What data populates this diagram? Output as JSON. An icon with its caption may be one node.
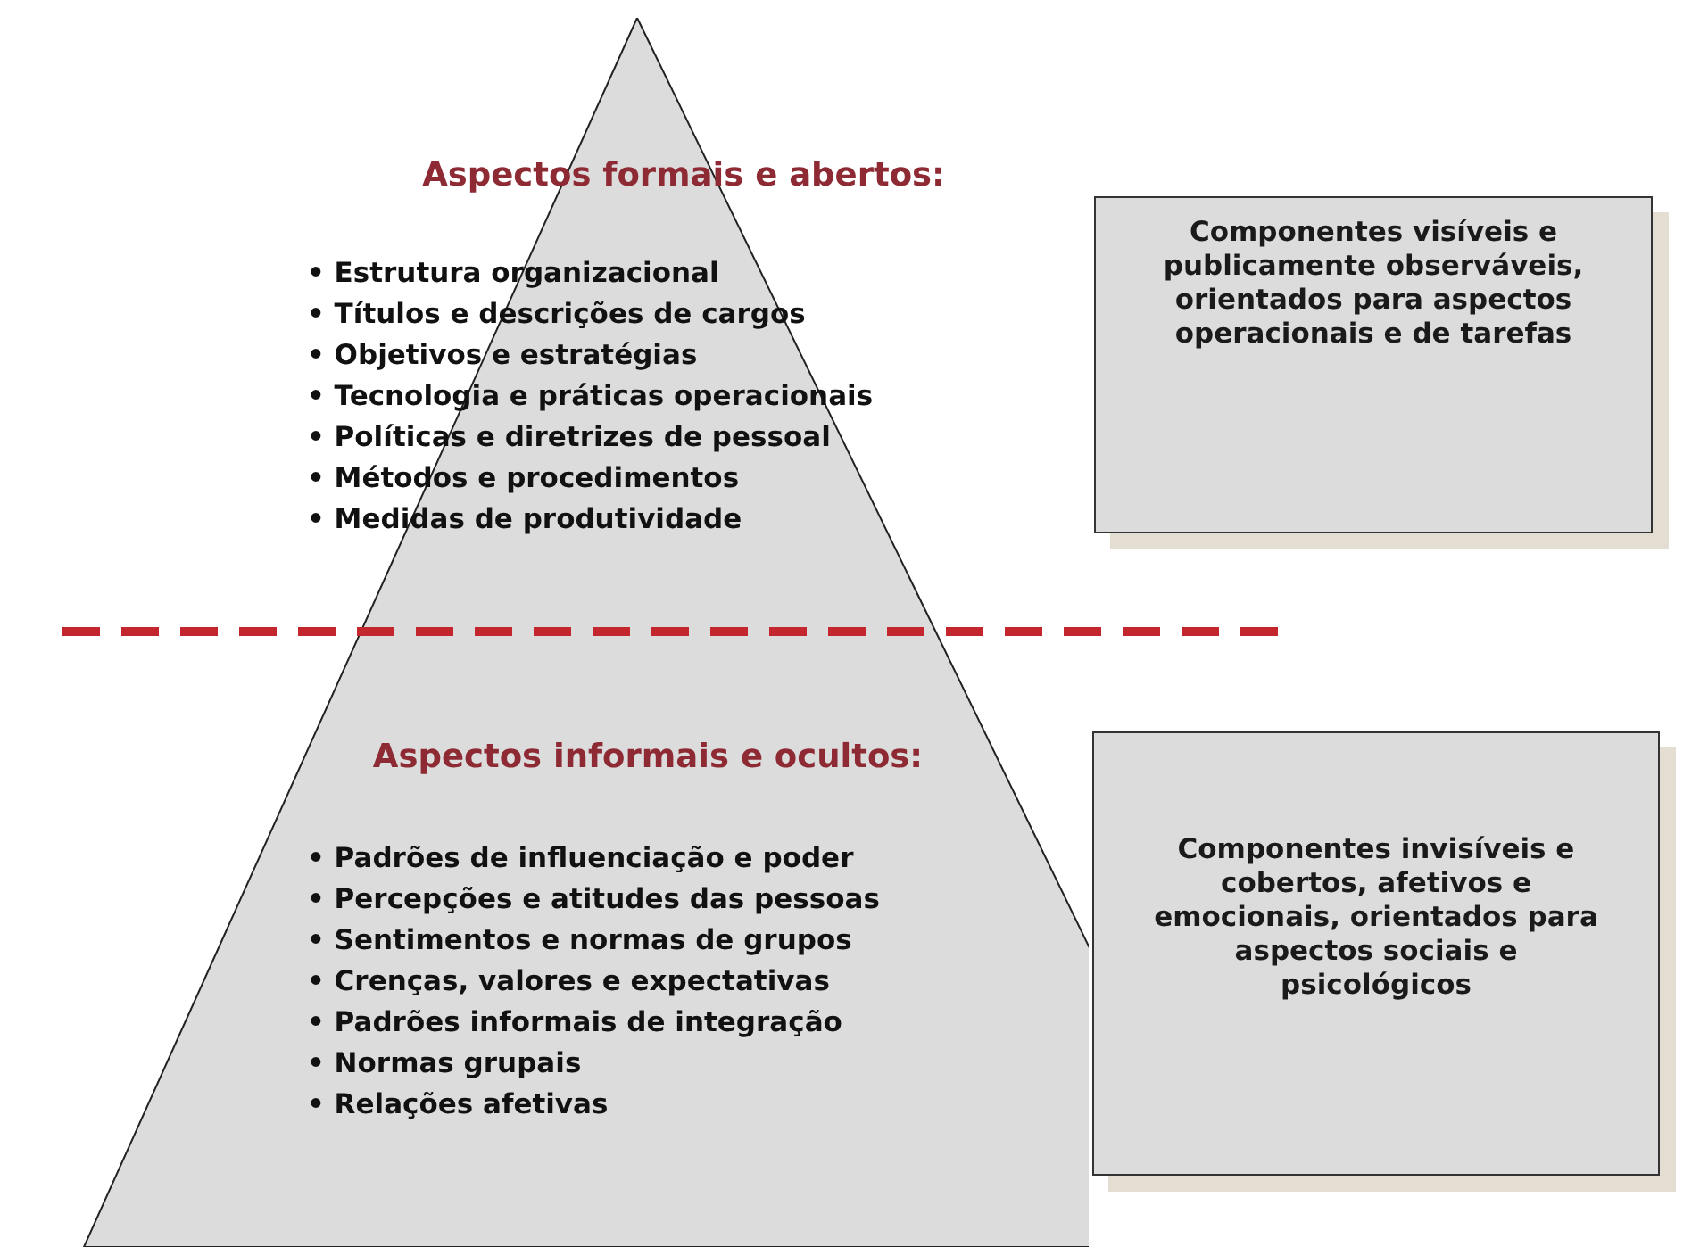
{
  "diagram": {
    "nodes": [
      {
        "text": [
          "Aspectos formais e abertos:",
          "• Estrutura organizacional",
          "• Títulos e descrições de cargos",
          "• Objetivos e estratégias",
          "• Tecnologia e práticas operacionais",
          "• Políticas e diretrizes de pessoal",
          "• Métodos e procedimentos",
          "• Medidas de produtividade",
          "Aspectos informais e ocultos:",
          "• Padrões de influenciação e poder",
          "• Percepções e atitudes das pessoas",
          "• Sentimentos e normas de grupos",
          "• Crenças, valores e expectativas",
          "• Padrões informais de integração",
          "• Normas grupais",
          "• Relações afetivas"
        ]
      },
      {
        "text": [
          "Componentes visíveis e publicamente observáveis, orientados para aspectos operacionais e de tarefas"
        ]
      },
      {
        "text": [
          "Componentes invisíveis e cobertos, afetivos e emocionais, orientados para aspectos sociais e psicológicos"
        ]
      }
    ],
    "edges": []
  }
}
